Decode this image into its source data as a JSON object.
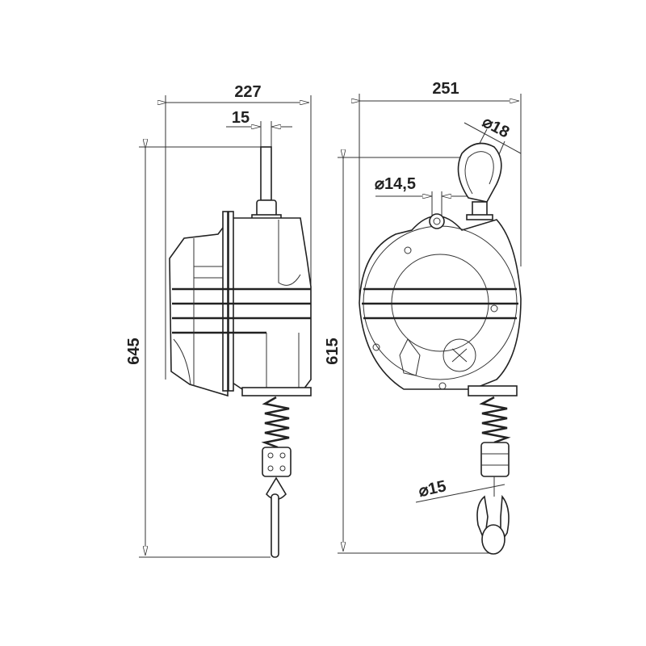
{
  "side_view": {
    "width_dim": "227",
    "rod_dim": "15",
    "height_dim": "645"
  },
  "front_view": {
    "width_dim": "251",
    "hook_dim": "⌀18",
    "rope_dim": "⌀14,5",
    "height_dim": "615",
    "snap_hook_dim": "⌀15"
  }
}
